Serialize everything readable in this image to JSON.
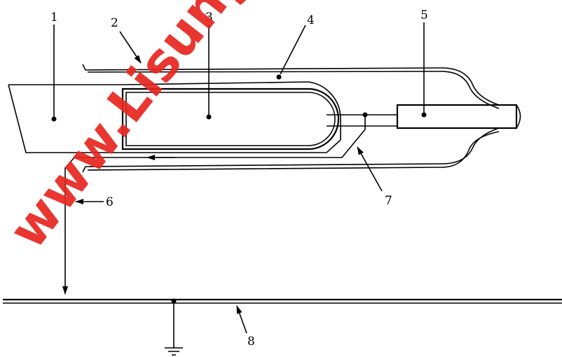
{
  "watermark": "www.Lisungroup.com",
  "labels": {
    "l1": "1",
    "l2": "2",
    "l3": "3",
    "l4": "4",
    "l5": "5",
    "l6": "6",
    "l7": "7",
    "l8": "8"
  },
  "colors": {
    "line": "#000000",
    "watermark": "#e8261f"
  }
}
